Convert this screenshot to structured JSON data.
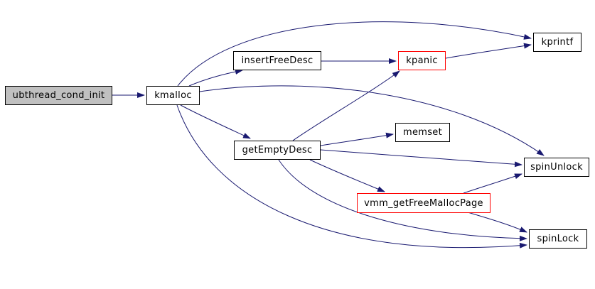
{
  "diagram": {
    "type": "call-graph",
    "background_color": "#ffffff",
    "edge_color": "#191970",
    "node_border_color": "#000000",
    "highlight_border_color": "#ff0000",
    "root_fill_color": "#c0c0c0",
    "nodes": [
      {
        "id": "ubthread_cond_init",
        "label": "ubthread_cond_init",
        "style": "root"
      },
      {
        "id": "kmalloc",
        "label": "kmalloc",
        "style": "normal"
      },
      {
        "id": "insertFreeDesc",
        "label": "insertFreeDesc",
        "style": "normal"
      },
      {
        "id": "kpanic",
        "label": "kpanic",
        "style": "highlight"
      },
      {
        "id": "kprintf",
        "label": "kprintf",
        "style": "normal"
      },
      {
        "id": "getEmptyDesc",
        "label": "getEmptyDesc",
        "style": "normal"
      },
      {
        "id": "memset",
        "label": "memset",
        "style": "normal"
      },
      {
        "id": "spinUnlock",
        "label": "spinUnlock",
        "style": "normal"
      },
      {
        "id": "vmm_getFreeMallocPage",
        "label": "vmm_getFreeMallocPage",
        "style": "highlight"
      },
      {
        "id": "spinLock",
        "label": "spinLock",
        "style": "normal"
      }
    ],
    "edges": [
      {
        "from": "ubthread_cond_init",
        "to": "kmalloc"
      },
      {
        "from": "kmalloc",
        "to": "insertFreeDesc"
      },
      {
        "from": "kmalloc",
        "to": "kprintf"
      },
      {
        "from": "kmalloc",
        "to": "getEmptyDesc"
      },
      {
        "from": "kmalloc",
        "to": "spinUnlock"
      },
      {
        "from": "kmalloc",
        "to": "spinLock"
      },
      {
        "from": "insertFreeDesc",
        "to": "kpanic"
      },
      {
        "from": "kpanic",
        "to": "kprintf"
      },
      {
        "from": "getEmptyDesc",
        "to": "kpanic"
      },
      {
        "from": "getEmptyDesc",
        "to": "memset"
      },
      {
        "from": "getEmptyDesc",
        "to": "spinUnlock"
      },
      {
        "from": "getEmptyDesc",
        "to": "vmm_getFreeMallocPage"
      },
      {
        "from": "getEmptyDesc",
        "to": "spinLock"
      },
      {
        "from": "vmm_getFreeMallocPage",
        "to": "spinUnlock"
      },
      {
        "from": "vmm_getFreeMallocPage",
        "to": "spinLock"
      }
    ]
  }
}
